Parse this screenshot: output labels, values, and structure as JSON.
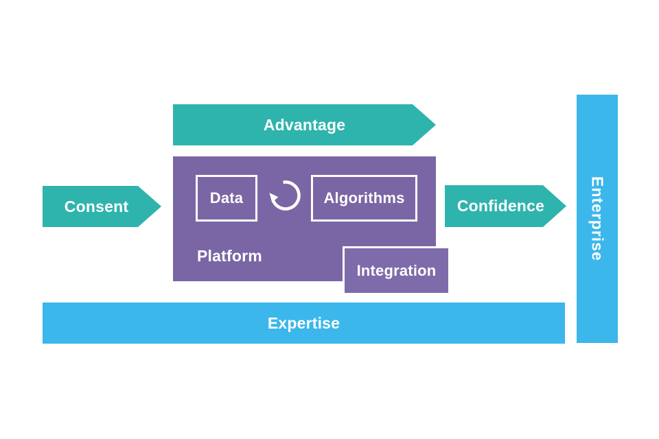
{
  "diagram": {
    "title_context": "platform diagram",
    "arrows": {
      "advantage": "Advantage",
      "consent": "Consent",
      "confidence": "Confidence"
    },
    "platform": {
      "label": "Platform",
      "data_label": "Data",
      "algorithms_label": "Algorithms",
      "integration_label": "Integration",
      "cycle_icon": "circular-refresh-arrow"
    },
    "bars": {
      "expertise": "Expertise",
      "enterprise": "Enterprise"
    },
    "colors": {
      "teal": "#2EB4AC",
      "purple": "#7A66A4",
      "purple_light": "#7E6BAA",
      "blue": "#3BB7EB",
      "text": "#FFFFFF",
      "background": "#FFFFFF"
    }
  }
}
